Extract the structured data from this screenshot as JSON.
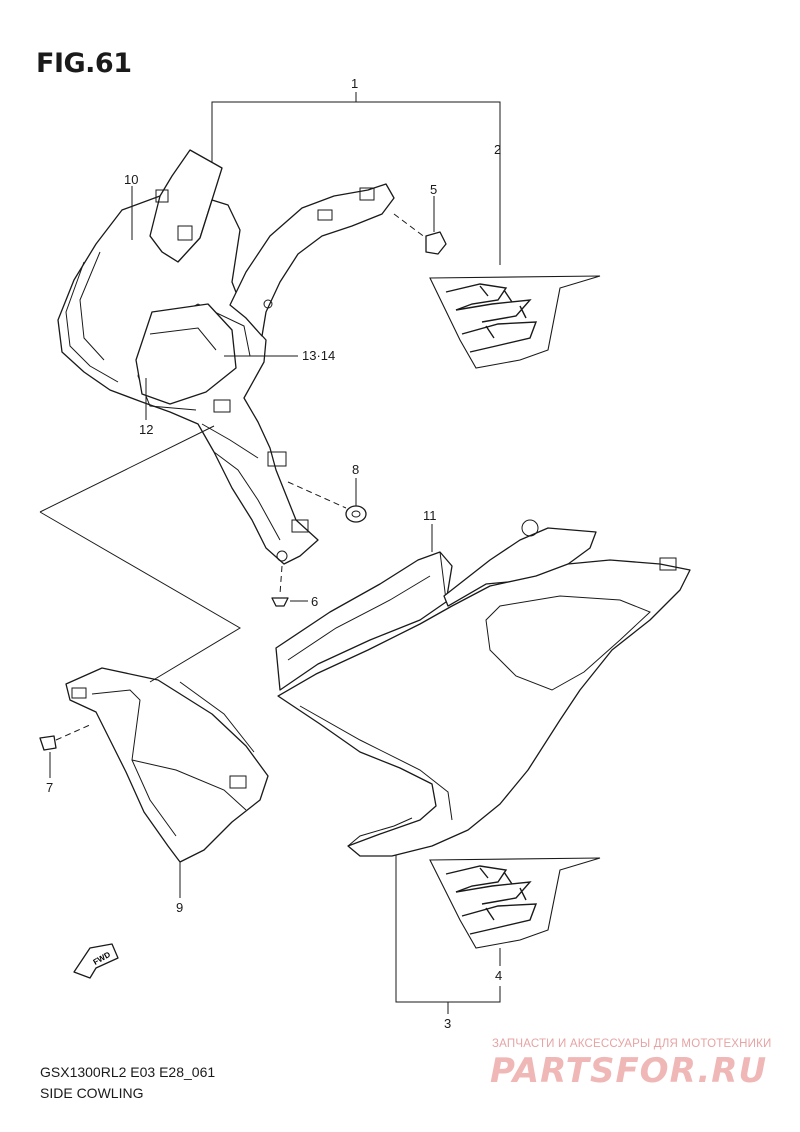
{
  "figure": {
    "title": "FIG.61"
  },
  "footer": {
    "model_code": "GSX1300RL2 E03 E28_061",
    "section_name": "SIDE COWLING"
  },
  "watermark": {
    "subtitle": "ЗАПЧАСТИ И АКСЕССУАРЫ ДЛЯ МОТОТЕХНИКИ",
    "brand": "PARTSFOR.RU"
  },
  "fwd_label": "FWD",
  "callouts": {
    "c1": "1",
    "c2": "2",
    "c3": "3",
    "c4": "4",
    "c5": "5",
    "c6": "6",
    "c7": "7",
    "c8": "8",
    "c9": "9",
    "c10": "10",
    "c11": "11",
    "c12": "12",
    "c13_14": "13·14"
  }
}
